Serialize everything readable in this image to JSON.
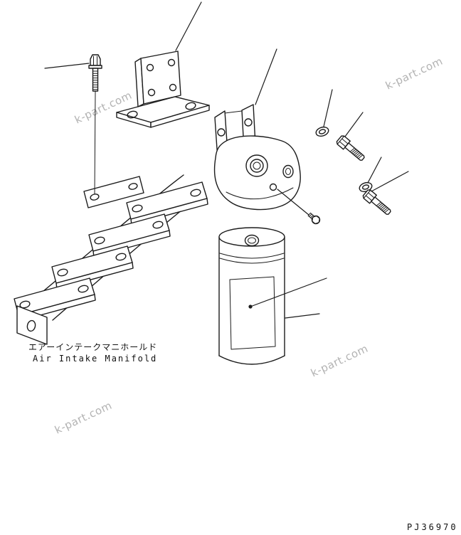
{
  "page": {
    "background": "#ffffff",
    "line_color": "#1c1c1c"
  },
  "labels": {
    "manifold_jp": "エアーインテークマニホールド",
    "manifold_en": "Air Intake Manifold",
    "part_number": "PJ36970"
  },
  "watermark": {
    "text": "k-part.com",
    "color": "#a6a6a6"
  },
  "parts": [
    {
      "name": "mounting-bolt"
    },
    {
      "name": "mounting-bracket"
    },
    {
      "name": "filter-head"
    },
    {
      "name": "washer-1"
    },
    {
      "name": "hex-bolt-1"
    },
    {
      "name": "washer-2"
    },
    {
      "name": "hex-bolt-2"
    },
    {
      "name": "plug"
    },
    {
      "name": "filter-cartridge"
    },
    {
      "name": "air-intake-manifold"
    }
  ]
}
